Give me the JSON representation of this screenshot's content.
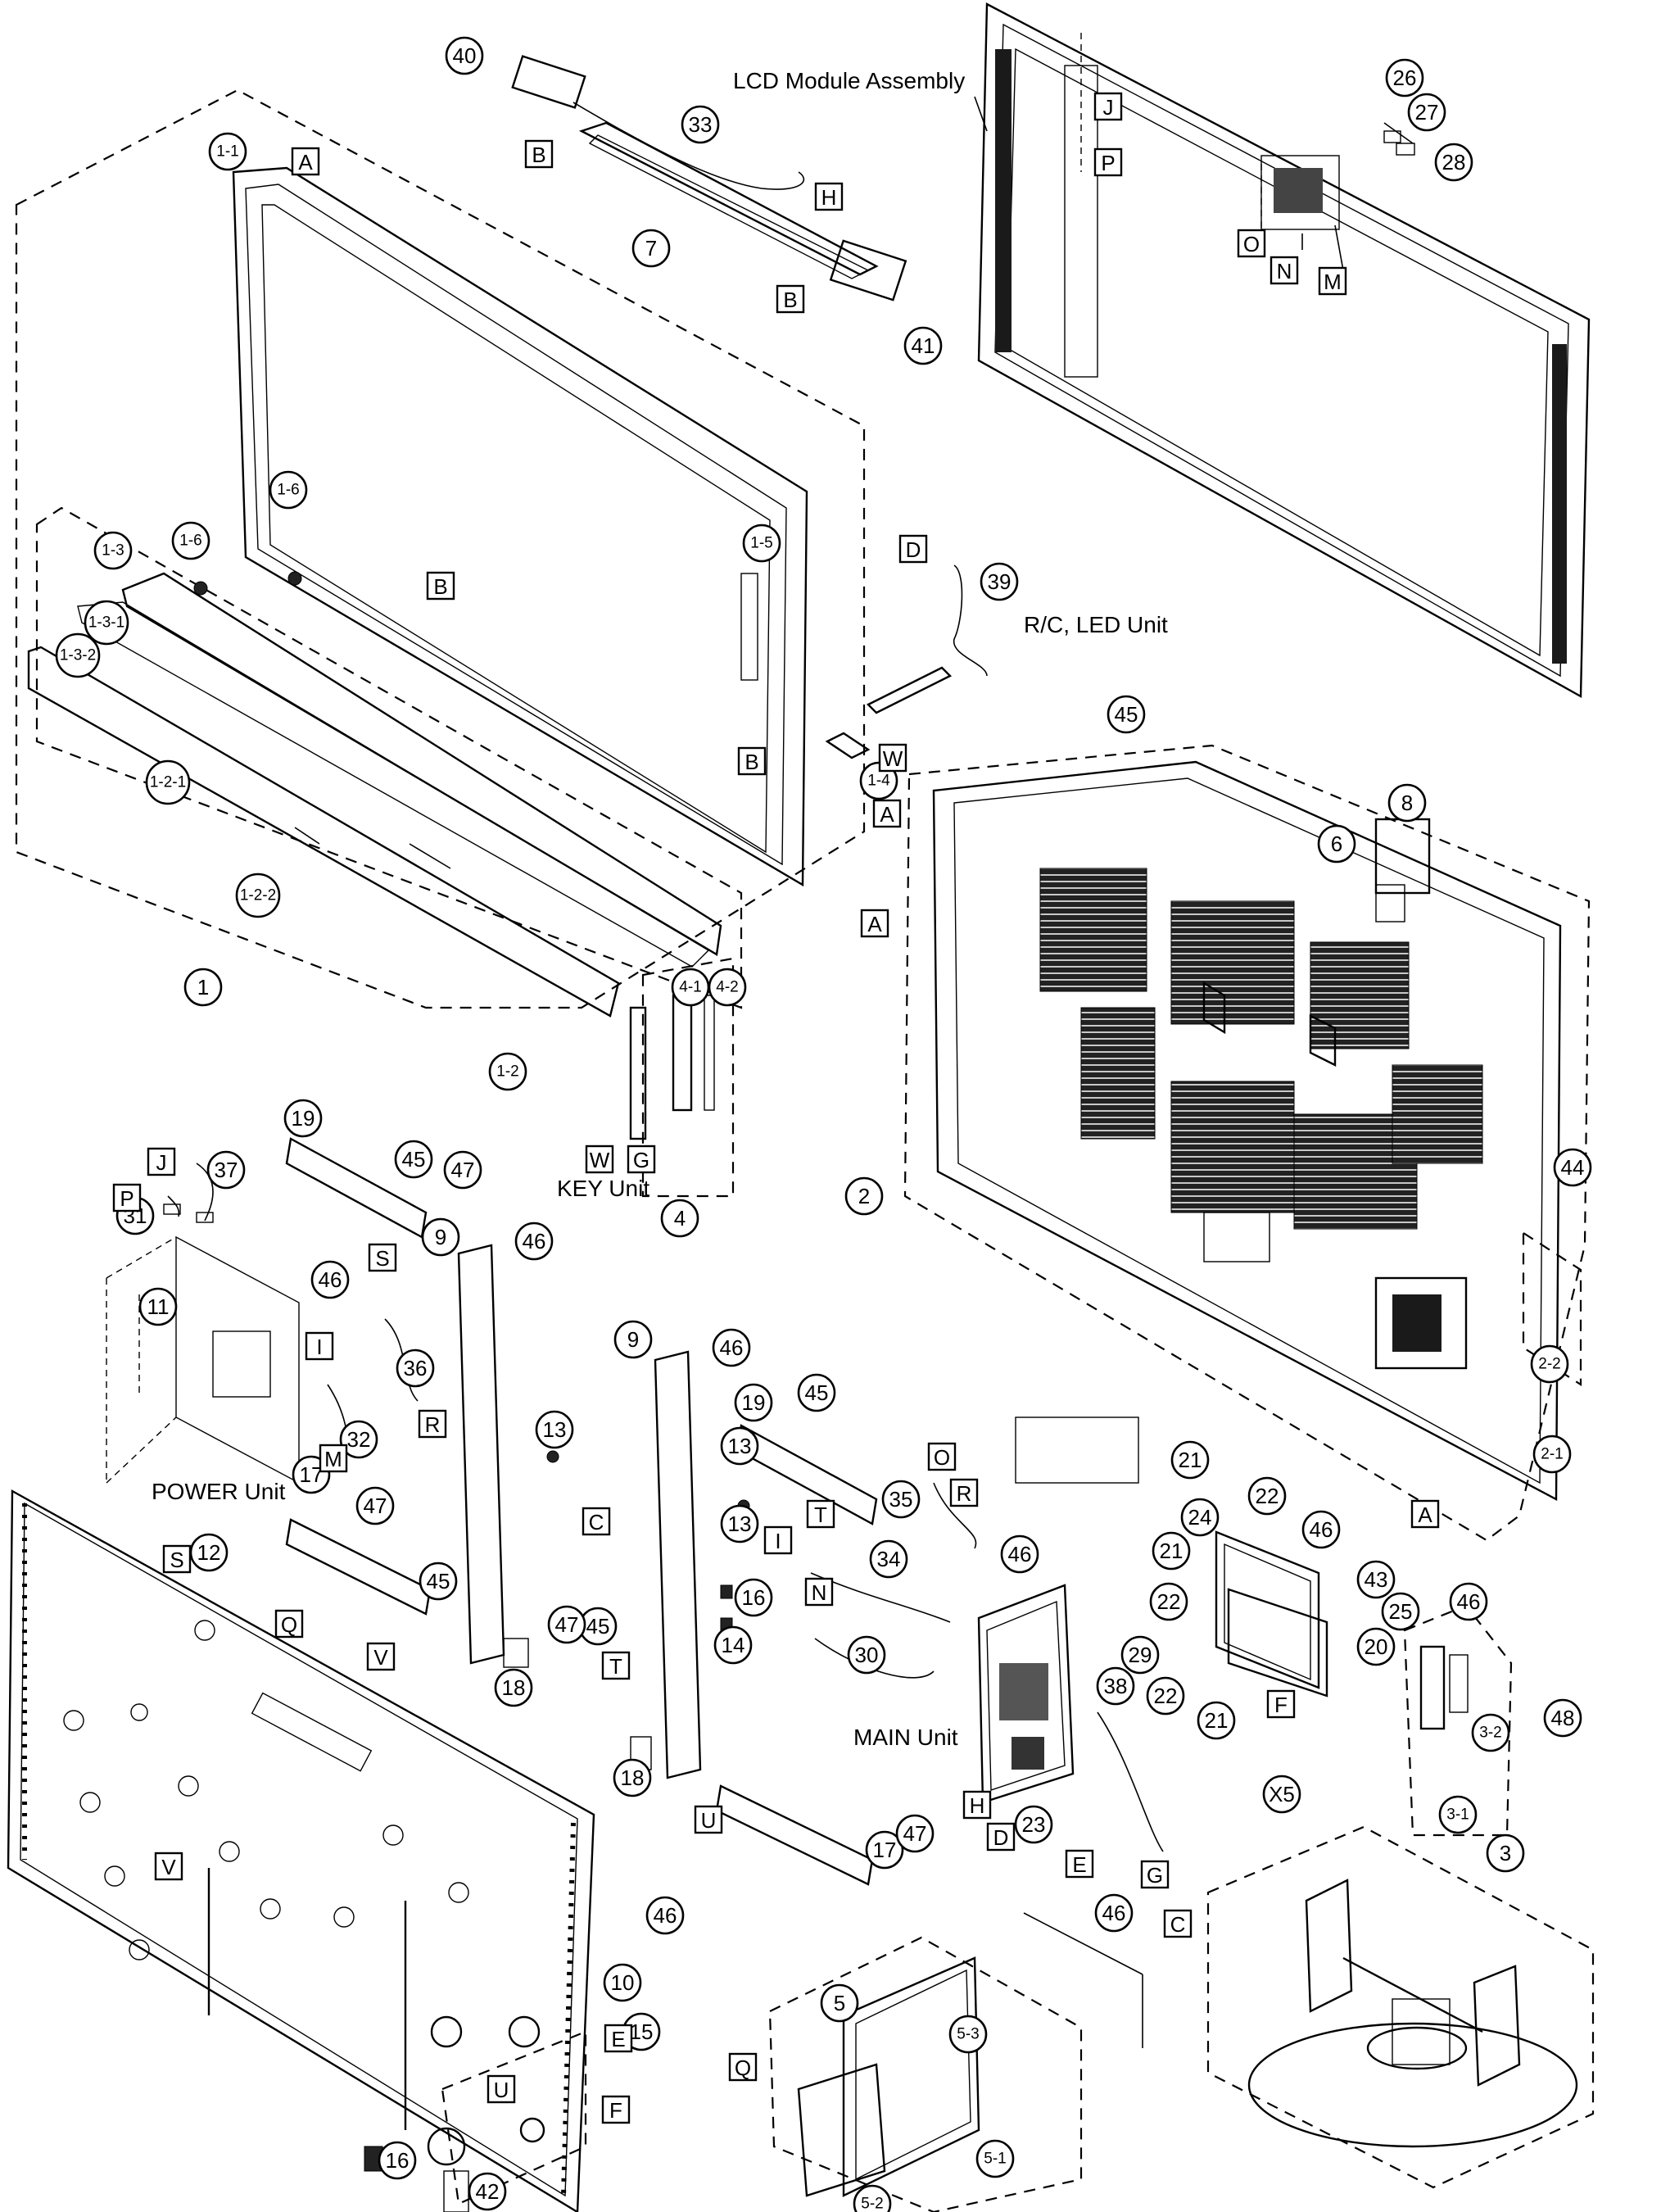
{
  "assemblies": {
    "lcd_module": "LCD Module Assembly",
    "rc_led": "R/C, LED Unit",
    "key_unit": "KEY Unit",
    "power_unit": "POWER Unit",
    "main_unit": "MAIN Unit"
  },
  "callouts": {
    "c1": "1",
    "c1_1": "1-1",
    "c1_2": "1-2",
    "c1_2_1": "1-2-1",
    "c1_2_2": "1-2-2",
    "c1_3": "1-3",
    "c1_3_1": "1-3-1",
    "c1_3_2": "1-3-2",
    "c1_4": "1-4",
    "c1_5": "1-5",
    "c1_6a": "1-6",
    "c1_6b": "1-6",
    "c2": "2",
    "c2_1": "2-1",
    "c2_2": "2-2",
    "c3": "3",
    "c3_1": "3-1",
    "c3_2": "3-2",
    "c4": "4",
    "c4_1": "4-1",
    "c4_2": "4-2",
    "c5": "5",
    "c5_1": "5-1",
    "c5_2": "5-2",
    "c5_3": "5-3",
    "c6": "6",
    "c7": "7",
    "c8": "8",
    "c9a": "9",
    "c9b": "9",
    "c10": "10",
    "c11": "11",
    "c12": "12",
    "c13a": "13",
    "c13b": "13",
    "c13c": "13",
    "c14": "14",
    "c15": "15",
    "c16a": "16",
    "c16b": "16",
    "c17a": "17",
    "c17b": "17",
    "c18a": "18",
    "c18b": "18",
    "c19a": "19",
    "c19b": "19",
    "c20": "20",
    "c21a": "21",
    "c21b": "21",
    "c21c": "21",
    "c22a": "22",
    "c22b": "22",
    "c22c": "22",
    "c23": "23",
    "c24": "24",
    "c25": "25",
    "c26": "26",
    "c27": "27",
    "c28": "28",
    "c29": "29",
    "c30": "30",
    "c31": "31",
    "c32": "32",
    "c33": "33",
    "c34": "34",
    "c35": "35",
    "c36": "36",
    "c37": "37",
    "c38": "38",
    "c39": "39",
    "c40": "40",
    "c41": "41",
    "c42": "42",
    "c43": "43",
    "c44": "44",
    "c45a": "45",
    "c45b": "45",
    "c45c": "45",
    "c45d": "45",
    "c45e": "45",
    "c46a": "46",
    "c46b": "46",
    "c46c": "46",
    "c46d": "46",
    "c46e": "46",
    "c46f": "46",
    "c47a": "47",
    "c47b": "47",
    "c47c": "47",
    "c47d": "47",
    "c48": "48",
    "cX5": "X5"
  },
  "refs": {
    "rA1": "A",
    "rA2": "A",
    "rA3": "A",
    "rA4": "A",
    "rB1": "B",
    "rB2": "B",
    "rB3": "B",
    "rB4": "B",
    "rC1": "C",
    "rC2": "C",
    "rD1": "D",
    "rD2": "D",
    "rE1": "E",
    "rE2": "E",
    "rF1": "F",
    "rF2": "F",
    "rG1": "G",
    "rG2": "G",
    "rH1": "H",
    "rH2": "H",
    "rI1": "I",
    "rI2": "I",
    "rJ1": "J",
    "rJ2": "J",
    "rM1": "M",
    "rM2": "M",
    "rN1": "N",
    "rN2": "N",
    "rO1": "O",
    "rO2": "O",
    "rP1": "P",
    "rP2": "P",
    "rQ1": "Q",
    "rQ2": "Q",
    "rR1": "R",
    "rR2": "R",
    "rS1": "S",
    "rS2": "S",
    "rT1": "T",
    "rT2": "T",
    "rU1": "U",
    "rU2": "U",
    "rV1": "V",
    "rV2": "V",
    "rW1": "W",
    "rW2": "W"
  }
}
